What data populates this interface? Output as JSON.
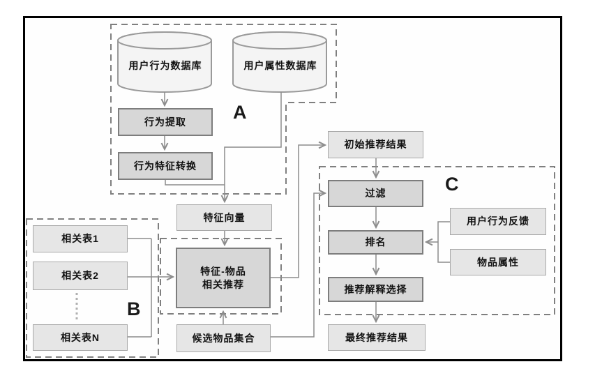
{
  "diagram_title": "recommendation-pipeline-flowchart",
  "nodes": {
    "user_behavior_db": "用户行为数据库",
    "user_attr_db": "用户属性数据库",
    "behavior_extraction": "行为提取",
    "behavior_feature_conversion": "行为特征转换",
    "feature_vector": "特征向量",
    "related_table_1": "相关表1",
    "related_table_2": "相关表2",
    "related_table_n": "相关表N",
    "feature_item_rec_line1": "特征-物品",
    "feature_item_rec_line2": "相关推荐",
    "initial_rec_results": "初始推荐结果",
    "filter": "过滤",
    "ranking": "排名",
    "rec_explanation_selection": "推荐解释选择",
    "user_behavior_feedback": "用户行为反馈",
    "item_attributes": "物品属性",
    "candidate_item_set": "候选物品集合",
    "final_rec_results": "最终推荐结果"
  },
  "group_labels": {
    "a": "A",
    "b": "B",
    "c": "C"
  },
  "colors": {
    "frame_border": "#000000",
    "box_light_fill": "#e6e6e6",
    "box_light_border": "#a8a8a8",
    "box_dark_fill": "#d7d7d7",
    "box_dark_border": "#7d7d7d",
    "dashed_group_border": "#7f7f7f",
    "connector": "#8c8c8c",
    "cylinder_fill": "#f4f4f4",
    "cylinder_border": "#9a9a9a",
    "text": "#111111",
    "background": "#ffffff"
  }
}
